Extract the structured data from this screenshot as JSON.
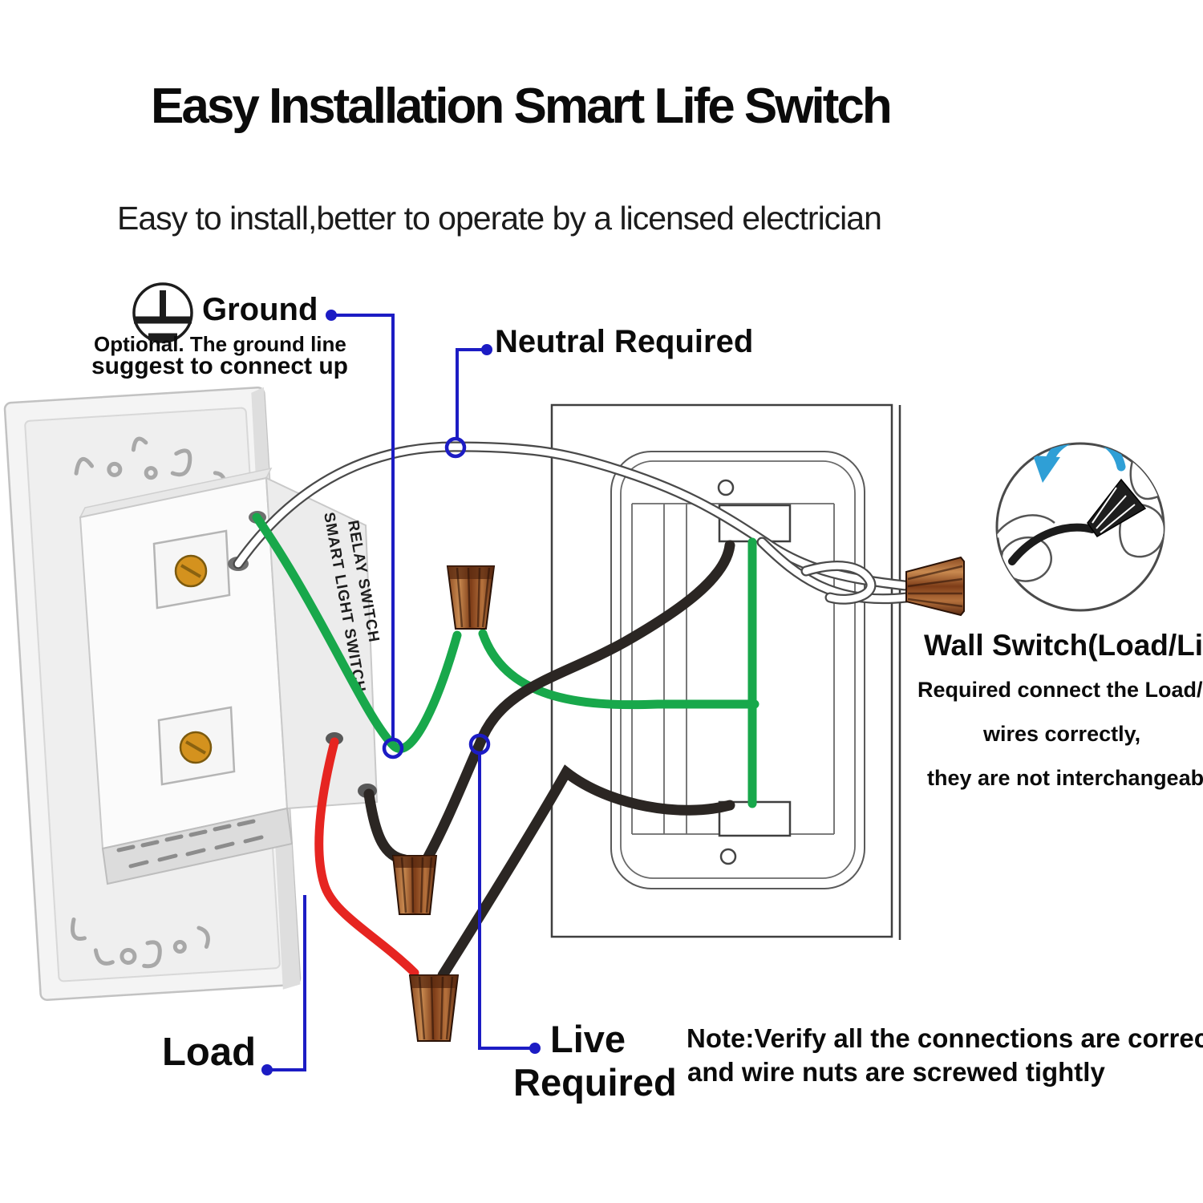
{
  "page": {
    "title": "Easy Installation Smart Life Switch",
    "subtitle": "Easy to install,better to operate by a licensed electrician"
  },
  "labels": {
    "ground": "Ground",
    "ground_note1": "Optional. The ground line",
    "ground_note2": "suggest to connect up",
    "neutral": "Neutral Required",
    "load": "Load",
    "live1": "Live",
    "live2": "Required",
    "wall_switch_heading": "Wall Switch(Load/Live)",
    "wall_switch_note1": "Required connect the Load/Live",
    "wall_switch_note2": "wires correctly,",
    "wall_switch_note3": "they are not interchangeable.",
    "note1": "Note:Verify all the connections are correct",
    "note2": "and wire nuts are screwed tightly"
  },
  "device": {
    "side_label1": "SMART LIGHT SWITCH",
    "side_label2": "RELAY SWITCH"
  },
  "icons": {
    "ground_symbol": "protective-earth-ground-icon",
    "rotation_arrow": "twist-clockwise-arrow-icon",
    "wire_nut": "wire-nut-connector-icon"
  },
  "colors": {
    "annotation_blue": "#1c1cc4",
    "wire_green": "#18a84b",
    "wire_red": "#e62521",
    "wire_black": "#2b2623",
    "arrow_blue": "#2f9fd6",
    "diagram_line": "#3f3f3f",
    "wire_nut_copper_light": "#c98a50",
    "wire_nut_copper_dark": "#6f3316"
  }
}
